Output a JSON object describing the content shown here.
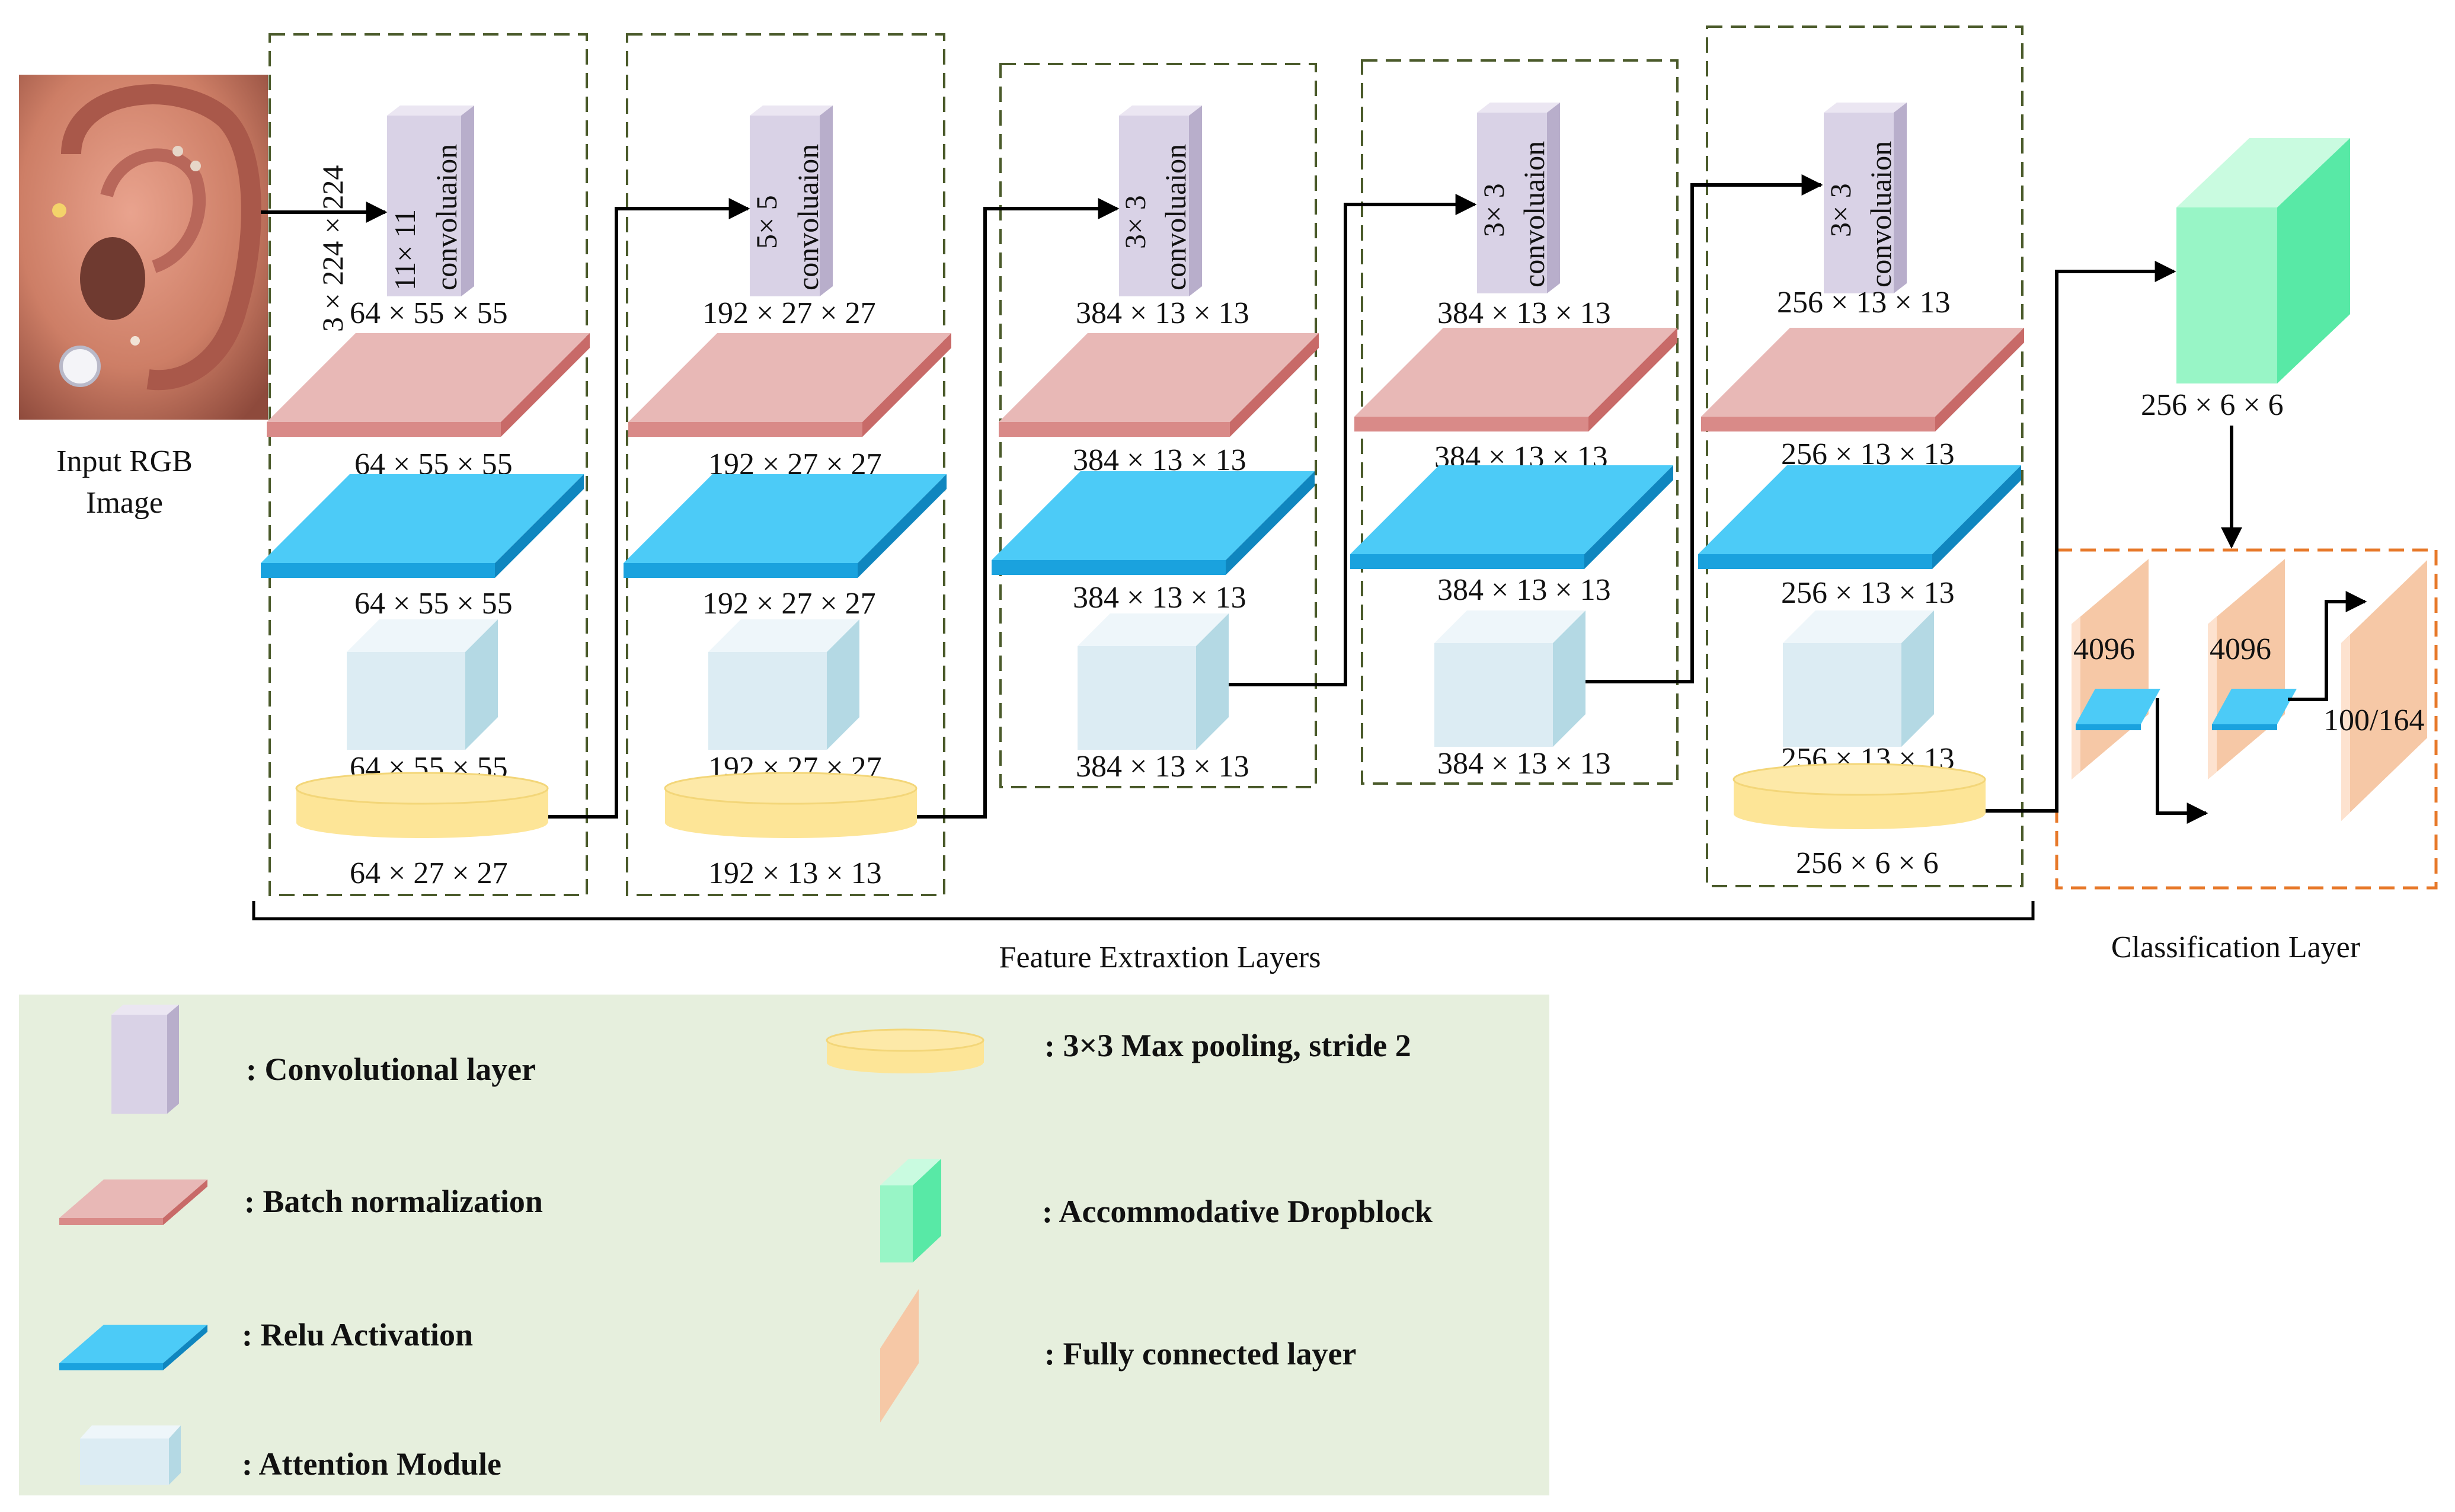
{
  "input": {
    "label_line1": "Input RGB",
    "label_line2": "Image",
    "dims": "3 × 224 × 224"
  },
  "blocks": [
    {
      "conv_line1": "11× 11",
      "conv_line2": "convoluaion",
      "conv_out": "64 × 55 × 55",
      "bn_out": "64 × 55 × 55",
      "relu_out": "64 × 55 × 55",
      "att_out": "64 × 55 × 55",
      "pool_out": "64 × 27 × 27"
    },
    {
      "conv_line1": "5× 5",
      "conv_line2": "convoluaion",
      "conv_out": "192 × 27 × 27",
      "bn_out": "192 × 27 × 27",
      "relu_out": "192 × 27 × 27",
      "att_out": "192 × 27 × 27",
      "pool_out": "192 × 13 × 13"
    },
    {
      "conv_line1": "3× 3",
      "conv_line2": "convoluaion",
      "conv_out": "384 × 13 × 13",
      "bn_out": "384 × 13 × 13",
      "relu_out": "384 × 13 × 13",
      "att_out": "384 × 13 × 13"
    },
    {
      "conv_line1": "3× 3",
      "conv_line2": "convoluaion",
      "conv_out": "384 × 13 × 13",
      "bn_out": "384 × 13 × 13",
      "relu_out": "384 × 13 × 13",
      "att_out": "384 × 13 × 13"
    },
    {
      "conv_line1": "3× 3",
      "conv_line2": "convoluaion",
      "conv_out": "256 × 13 × 13",
      "bn_out": "256 × 13 × 13",
      "relu_out": "256 × 13 × 13",
      "att_out": "256 × 13 × 13",
      "pool_out": "256 × 6 × 6"
    }
  ],
  "dropblock": {
    "dims": "256 × 6 × 6"
  },
  "classifier": {
    "fc1": "4096",
    "fc2": "4096",
    "out": "100/164"
  },
  "section_labels": {
    "feature": "Feature Extraxtion Layers",
    "classification": "Classification Layer"
  },
  "legend": {
    "conv": ":  Convolutional layer",
    "bn": ":  Batch normalization",
    "relu": ":  Relu Activation",
    "attention": ":  Attention Module",
    "pool": ":  3×3 Max pooling, stride 2",
    "dropblock": ":  Accommodative Dropblock",
    "fc": ":  Fully connected layer"
  },
  "colors": {
    "conv": "#d9d2e6",
    "bn": "#e8b8b6",
    "relu": "#4ccbf7",
    "attention": "#dcecf3",
    "pool": "#fde597",
    "dropblock": "#98f5c6",
    "fc": "#f6c8a6",
    "block_border": "#4a5a2a",
    "classifier_border": "#e7792a",
    "legend_bg": "#e6efdd"
  }
}
